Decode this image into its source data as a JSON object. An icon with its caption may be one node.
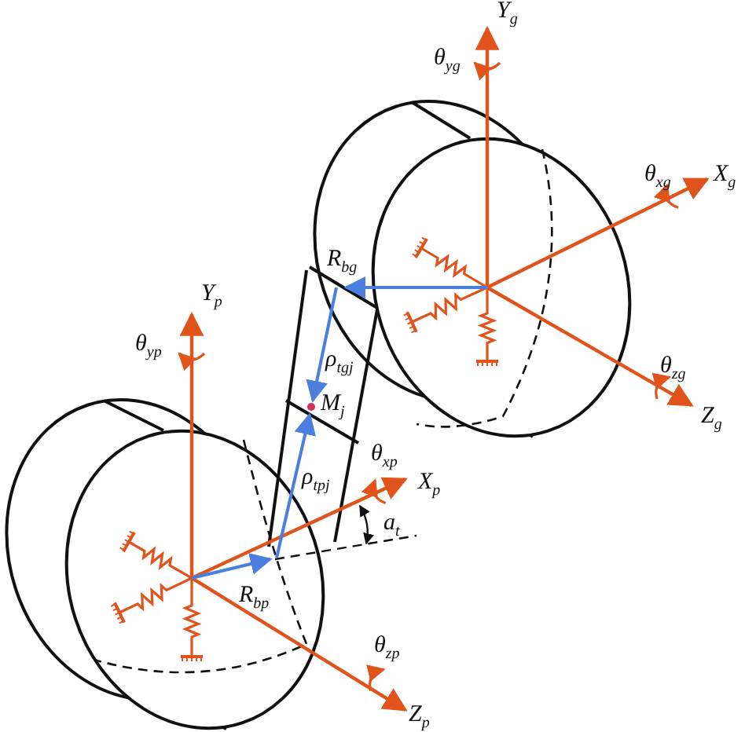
{
  "diagram": {
    "labels": [
      "Y$_{g}$",
      "θ$_{yg}$",
      "θ$_{xg}$",
      "X$_{g}$",
      "R$_{bg}$",
      "Y$_{p}$",
      "θ$_{yp}$",
      "ρ$_{tgj}$",
      "θ$_{zg}$",
      "M$_{j}$",
      "Z$_{g}$",
      "ρ$_{tpj}$",
      "θ$_{xp}$",
      "X$_{p}$",
      "a$_{t}$",
      "R$_{bp}$",
      "θ$_{zp}$",
      "Z$_{p}$"
    ]
  }
}
